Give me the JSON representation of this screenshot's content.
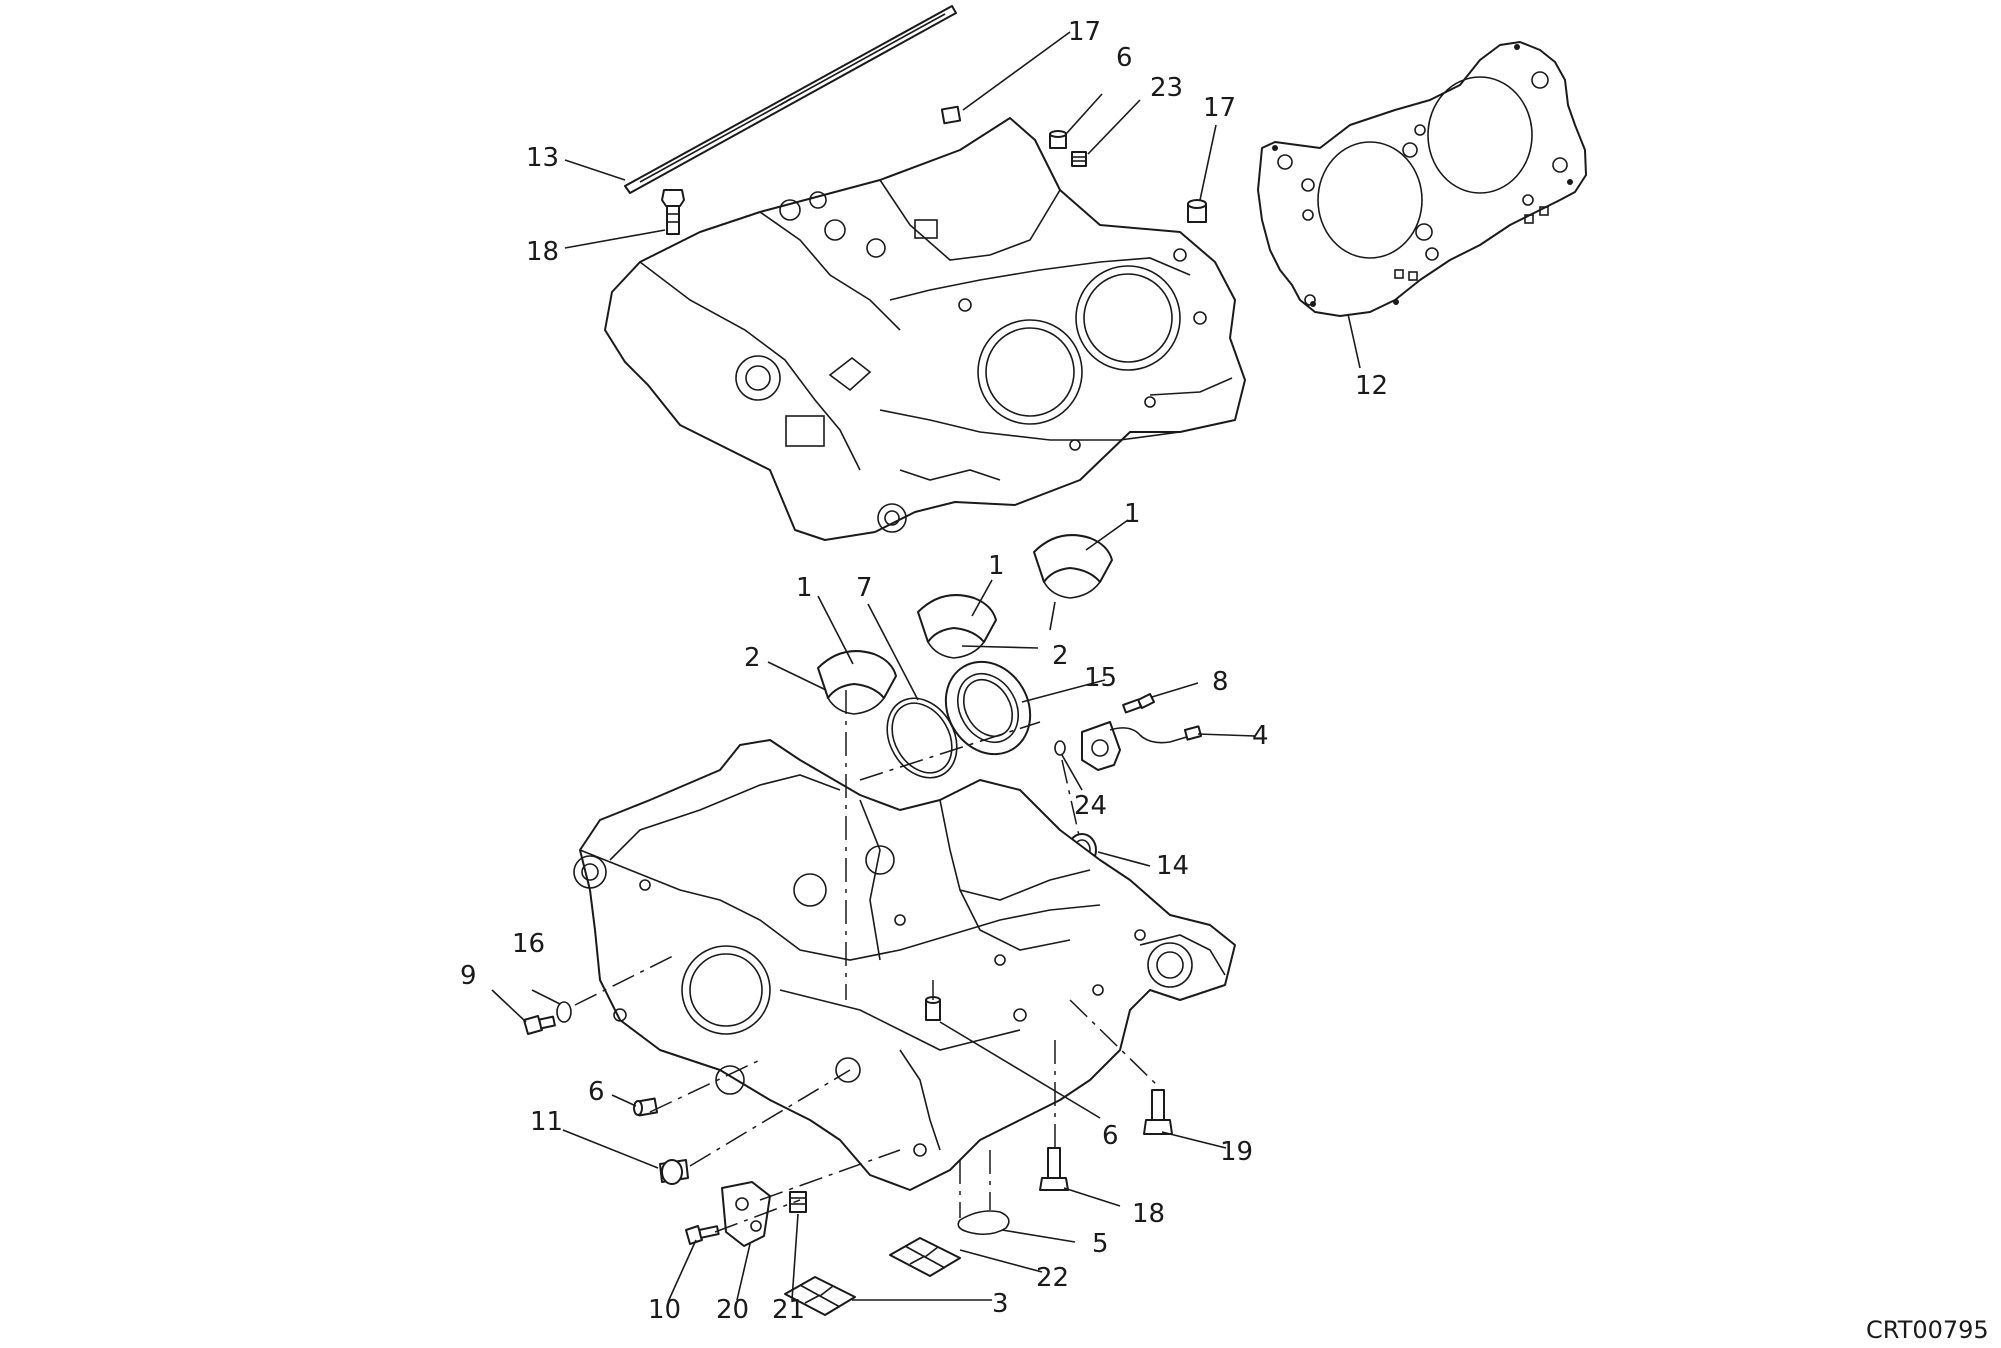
{
  "drawing_code": "CRT00795",
  "callouts": {
    "c1a": "1",
    "c1b": "1",
    "c1c": "1",
    "c2a": "2",
    "c2b": "2",
    "c3": "3",
    "c4": "4",
    "c5": "5",
    "c6a": "6",
    "c6b": "6",
    "c6c": "6",
    "c7": "7",
    "c8": "8",
    "c9": "9",
    "c10": "10",
    "c11": "11",
    "c12": "12",
    "c13": "13",
    "c14": "14",
    "c15": "15",
    "c16": "16",
    "c17a": "17",
    "c17b": "17",
    "c18a": "18",
    "c18b": "18",
    "c19": "19",
    "c20": "20",
    "c21": "21",
    "c22": "22",
    "c23": "23",
    "c24": "24"
  }
}
